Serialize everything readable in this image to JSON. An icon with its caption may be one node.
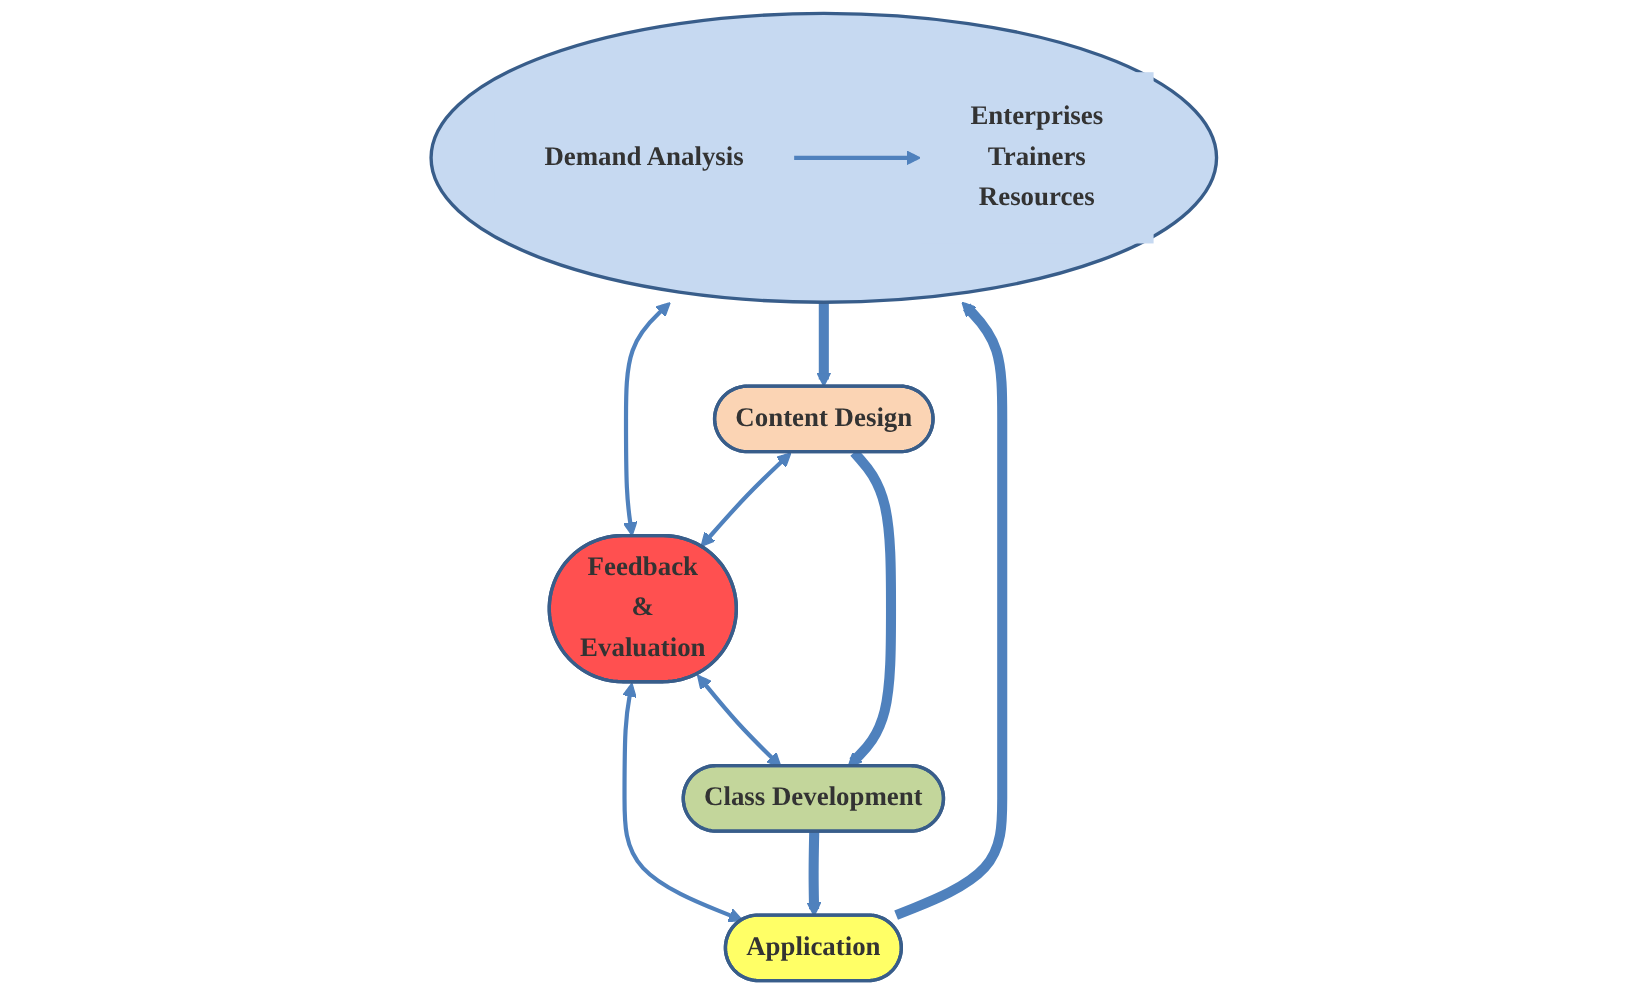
{
  "diagram": {
    "nodes": [
      {
        "text": [],
        "shape": "ellipse"
      },
      {
        "text": [
          "Demand Analysis"
        ],
        "in": 0
      },
      {
        "text": [
          "Enterprises",
          "Trainers",
          "Resources"
        ],
        "in": 0
      },
      {
        "text": [
          "Content Design"
        ]
      },
      {
        "text": [
          "Feedback",
          "&",
          "Evaluation"
        ]
      },
      {
        "text": [
          "Application"
        ]
      },
      {
        "text": [
          "Class Development"
        ]
      }
    ],
    "edges": [
      {
        "from": 1,
        "to": 2,
        "arrow": "to"
      },
      {
        "from": 0,
        "to": 4,
        "arrow": "both"
      },
      {
        "from": 3,
        "to": 4,
        "arrow": "both"
      },
      {
        "from": 4,
        "to": 5,
        "arrow": "both"
      },
      {
        "from": 4,
        "to": 6,
        "arrow": "both"
      },
      {
        "from": 0,
        "to": 3,
        "arrow": "to",
        "style": "thick"
      },
      {
        "from": 3,
        "to": 6,
        "arrow": "to",
        "style": "thick"
      },
      {
        "from": 6,
        "to": 5,
        "arrow": "to",
        "style": "thick"
      },
      {
        "from": 5,
        "to": 0,
        "arrow": "to",
        "style": "thick"
      }
    ]
  }
}
